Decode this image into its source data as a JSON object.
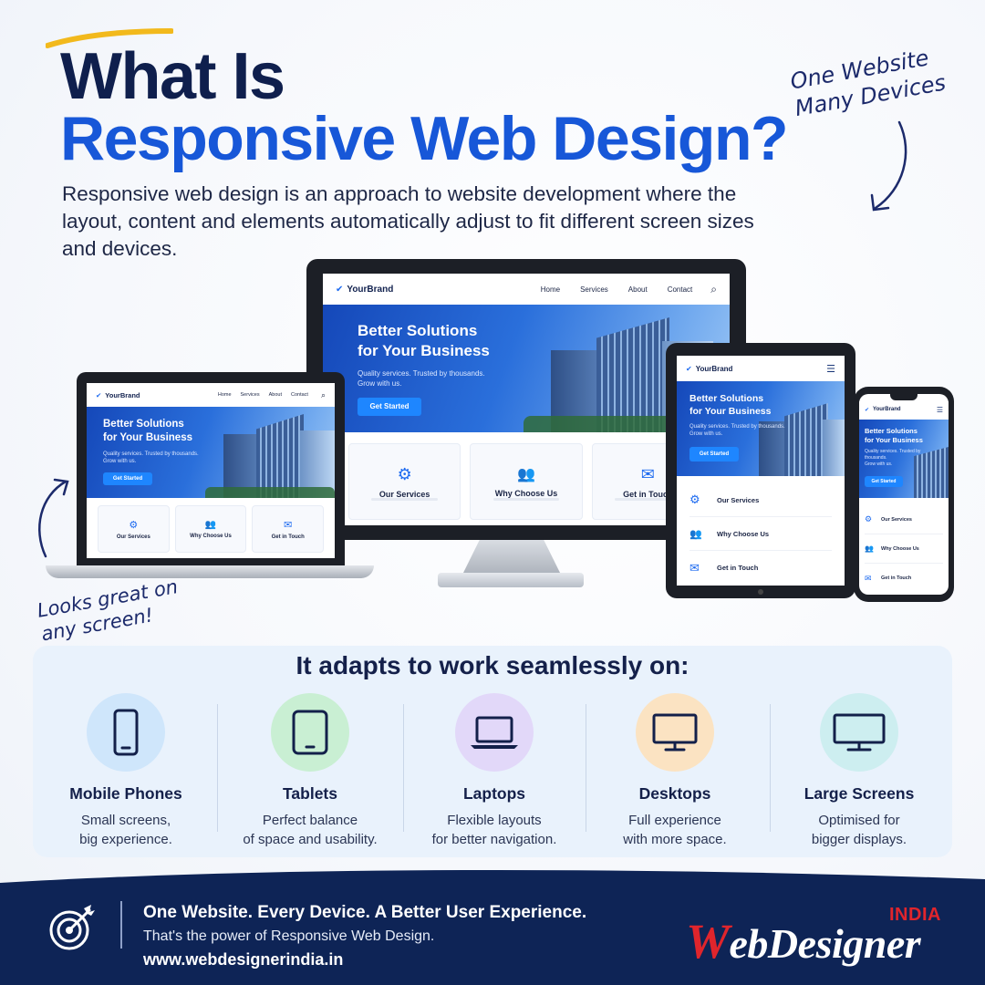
{
  "header": {
    "title_line1": "What Is",
    "title_line2": "Responsive Web Design?",
    "intro": "Responsive web design is an approach to website development where the layout, content and elements automatically adjust to fit different screen sizes and devices.",
    "note_top": "One Website Many Devices",
    "note_left": "Looks great on any screen!"
  },
  "mock_site": {
    "brand": "YourBrand",
    "nav": [
      "Home",
      "Services",
      "About",
      "Contact"
    ],
    "hero_title_1": "Better Solutions",
    "hero_title_2": "for Your Business",
    "hero_sub_1": "Quality services. Trusted by thousands.",
    "hero_sub_2": "Grow with us.",
    "cta": "Get Started",
    "cards": [
      "Our Services",
      "Why Choose Us",
      "Get in Touch"
    ]
  },
  "adapts": {
    "title": "It adapts to work seamlessly on:",
    "devices": [
      {
        "name": "Mobile Phones",
        "desc_1": "Small screens,",
        "desc_2": "big experience.",
        "icon": "phone-icon",
        "color": "#cfe6fb"
      },
      {
        "name": "Tablets",
        "desc_1": "Perfect balance",
        "desc_2": "of space and usability.",
        "icon": "tablet-icon",
        "color": "#c9efd3"
      },
      {
        "name": "Laptops",
        "desc_1": "Flexible layouts",
        "desc_2": "for better navigation.",
        "icon": "laptop-icon",
        "color": "#e2d8f9"
      },
      {
        "name": "Desktops",
        "desc_1": "Full experience",
        "desc_2": "with more space.",
        "icon": "desktop-icon",
        "color": "#fbe3c2"
      },
      {
        "name": "Large Screens",
        "desc_1": "Optimised for",
        "desc_2": "bigger displays.",
        "icon": "monitor-icon",
        "color": "#cdeef0"
      }
    ]
  },
  "footer": {
    "headline": "One Website. Every Device. A Better User Experience.",
    "sub": "That's the power of Responsive Web Design.",
    "url": "www.webdesignerindia.in",
    "logo_india": "INDIA",
    "logo_w": "W",
    "logo_rest": "ebDesigner"
  },
  "colors": {
    "navy": "#0f1f4d",
    "blue": "#1757d8",
    "footer_bg": "#0e2456",
    "logo_red": "#e0252c"
  }
}
